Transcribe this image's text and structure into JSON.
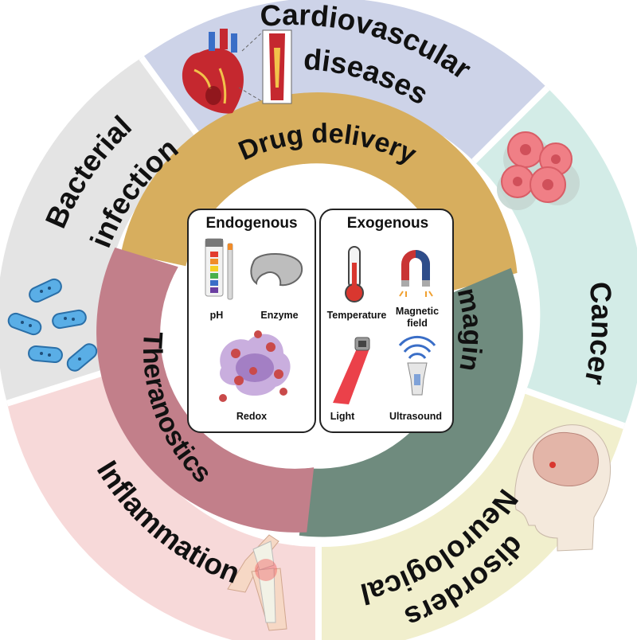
{
  "outer_ring": {
    "cardiovascular": {
      "line1": "Cardiovascular",
      "line2": "diseases",
      "color": "#CDD3E8"
    },
    "cancer": {
      "label": "Cancer",
      "color": "#D3ECE7"
    },
    "neurological": {
      "line1": "Neurological",
      "line2": "disorders",
      "color": "#F1EFCD"
    },
    "inflammation": {
      "label": "Inflammation",
      "color": "#F7D9D9"
    },
    "bacterial": {
      "line1": "Bacterial",
      "line2": "infection",
      "color": "#E4E4E4"
    }
  },
  "middle_ring": {
    "drug_delivery": {
      "label": "Drug delivery",
      "color": "#D7AE5E"
    },
    "imaging": {
      "label": "Imaging",
      "color": "#6F8B7E"
    },
    "theranostics": {
      "label": "Theranostics",
      "color": "#C27F8A"
    }
  },
  "center": {
    "endogenous": {
      "title": "Endogenous",
      "items": {
        "ph": "pH",
        "enzyme": "Enzyme",
        "redox": "Redox"
      }
    },
    "exogenous": {
      "title": "Exogenous",
      "items": {
        "temperature": "Temperature",
        "magnetic_line1": "Magnetic",
        "magnetic_line2": "field",
        "light": "Light",
        "ultrasound": "Ultrasound"
      }
    }
  }
}
